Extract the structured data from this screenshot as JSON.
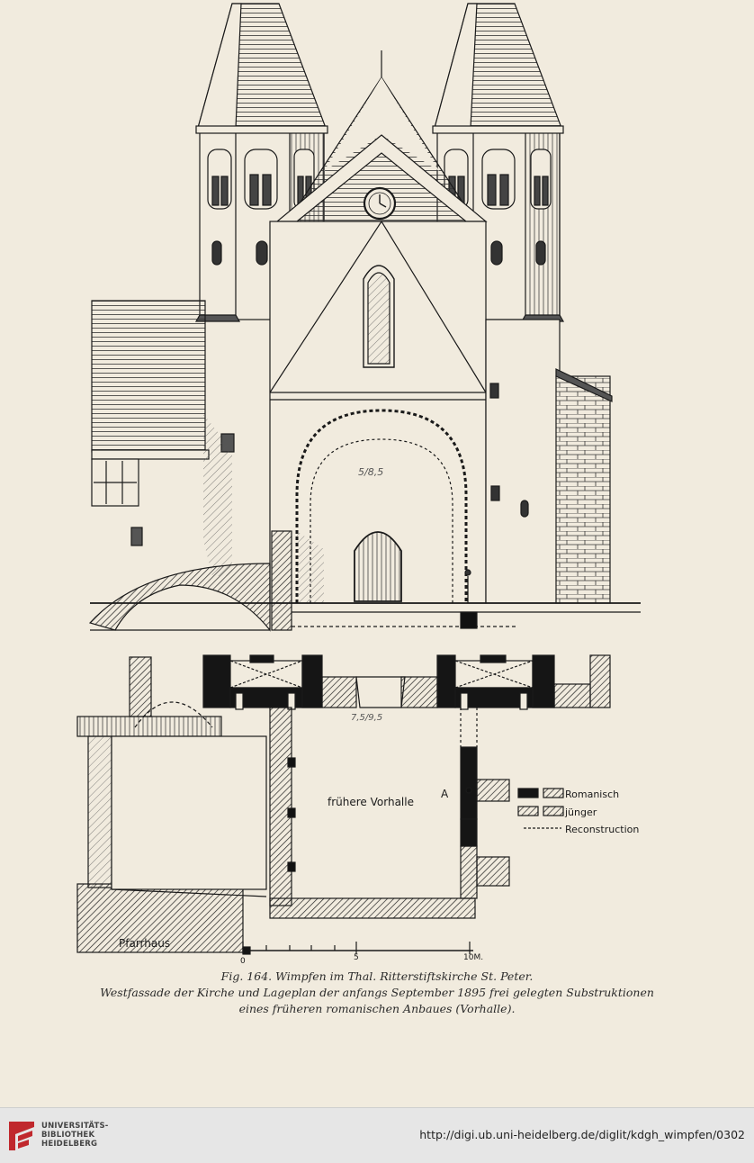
{
  "figure": {
    "clock_label": "",
    "measure_elevation": "5/8,5",
    "measure_plan": "7,5/9,5",
    "room_label": "frühere Vorhalle",
    "point_label": "A",
    "neighbour_label": "Pfarrhaus",
    "scale_labels": [
      "0",
      "5",
      "10M."
    ],
    "legend": [
      {
        "label": "Romanisch",
        "style": "solid"
      },
      {
        "label": "jünger",
        "style": "hatched"
      },
      {
        "label": "Reconstruction",
        "style": "dashed"
      }
    ]
  },
  "caption": {
    "line1": "Fig. 164.   Wimpfen im Thal.   Ritterstiftskirche St. Peter.",
    "line2": "Westfassade der Kirche und Lageplan der anfangs September 1895 frei gelegten Substruktionen",
    "line3": "eines früheren romanischen Anbaues (Vorhalle)."
  },
  "footer": {
    "logo_line1": "UNIVERSITÄTS-",
    "logo_line2": "BIBLIOTHEK",
    "logo_line3": "HEIDELBERG",
    "url": "http://digi.ub.uni-heidelberg.de/diglit/kdgh_wimpfen/0302"
  },
  "colors": {
    "paper": "#f1ebde",
    "ink": "#1a1a1a",
    "footer_bg": "#e6e6e6",
    "logo_red": "#c0282d"
  }
}
